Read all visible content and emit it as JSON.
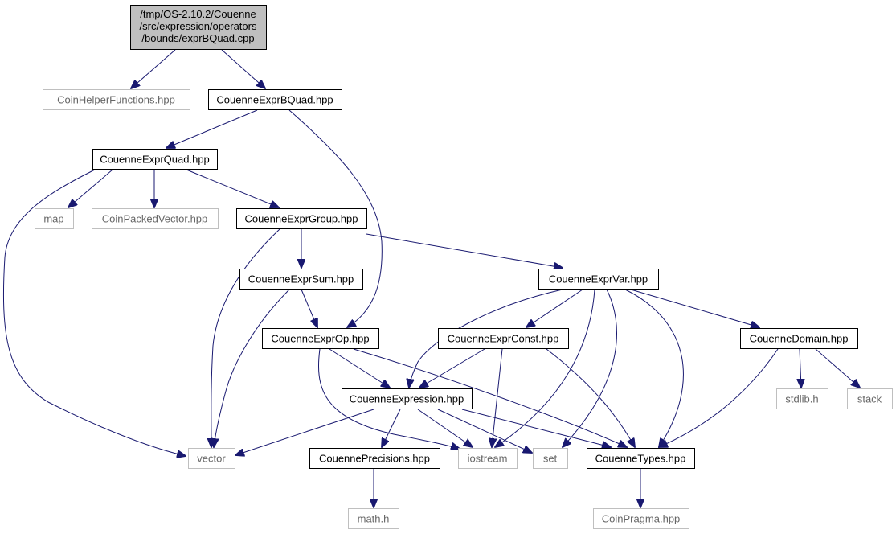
{
  "diagram": {
    "type": "include-dependency-graph",
    "colors": {
      "edge": "#191970",
      "root_fill": "#bfbfbf",
      "node_fill": "#ffffff",
      "defined_border": "#000000",
      "external_border": "#bfbfbf",
      "defined_text": "#000000",
      "external_text": "#666666"
    },
    "nodes": {
      "root": {
        "lines": [
          "/tmp/OS-2.10.2/Couenne",
          "/src/expression/operators",
          "/bounds/exprBQuad.cpp"
        ],
        "kind": "root"
      },
      "coinhelper": {
        "label": "CoinHelperFunctions.hpp",
        "kind": "external"
      },
      "bquad_hpp": {
        "label": "CouenneExprBQuad.hpp",
        "kind": "defined"
      },
      "quad_hpp": {
        "label": "CouenneExprQuad.hpp",
        "kind": "defined"
      },
      "map": {
        "label": "map",
        "kind": "external"
      },
      "coinpacked": {
        "label": "CoinPackedVector.hpp",
        "kind": "external"
      },
      "group_hpp": {
        "label": "CouenneExprGroup.hpp",
        "kind": "defined"
      },
      "sum_hpp": {
        "label": "CouenneExprSum.hpp",
        "kind": "defined"
      },
      "var_hpp": {
        "label": "CouenneExprVar.hpp",
        "kind": "defined"
      },
      "op_hpp": {
        "label": "CouenneExprOp.hpp",
        "kind": "defined"
      },
      "const_hpp": {
        "label": "CouenneExprConst.hpp",
        "kind": "defined"
      },
      "domain_hpp": {
        "label": "CouenneDomain.hpp",
        "kind": "defined"
      },
      "expression_hpp": {
        "label": "CouenneExpression.hpp",
        "kind": "defined"
      },
      "stdlib": {
        "label": "stdlib.h",
        "kind": "external"
      },
      "stack": {
        "label": "stack",
        "kind": "external"
      },
      "vector": {
        "label": "vector",
        "kind": "external"
      },
      "precisions_hpp": {
        "label": "CouennePrecisions.hpp",
        "kind": "defined"
      },
      "iostream": {
        "label": "iostream",
        "kind": "external"
      },
      "set": {
        "label": "set",
        "kind": "external"
      },
      "types_hpp": {
        "label": "CouenneTypes.hpp",
        "kind": "defined"
      },
      "math": {
        "label": "math.h",
        "kind": "external"
      },
      "coinpragma": {
        "label": "CoinPragma.hpp",
        "kind": "external"
      }
    }
  }
}
